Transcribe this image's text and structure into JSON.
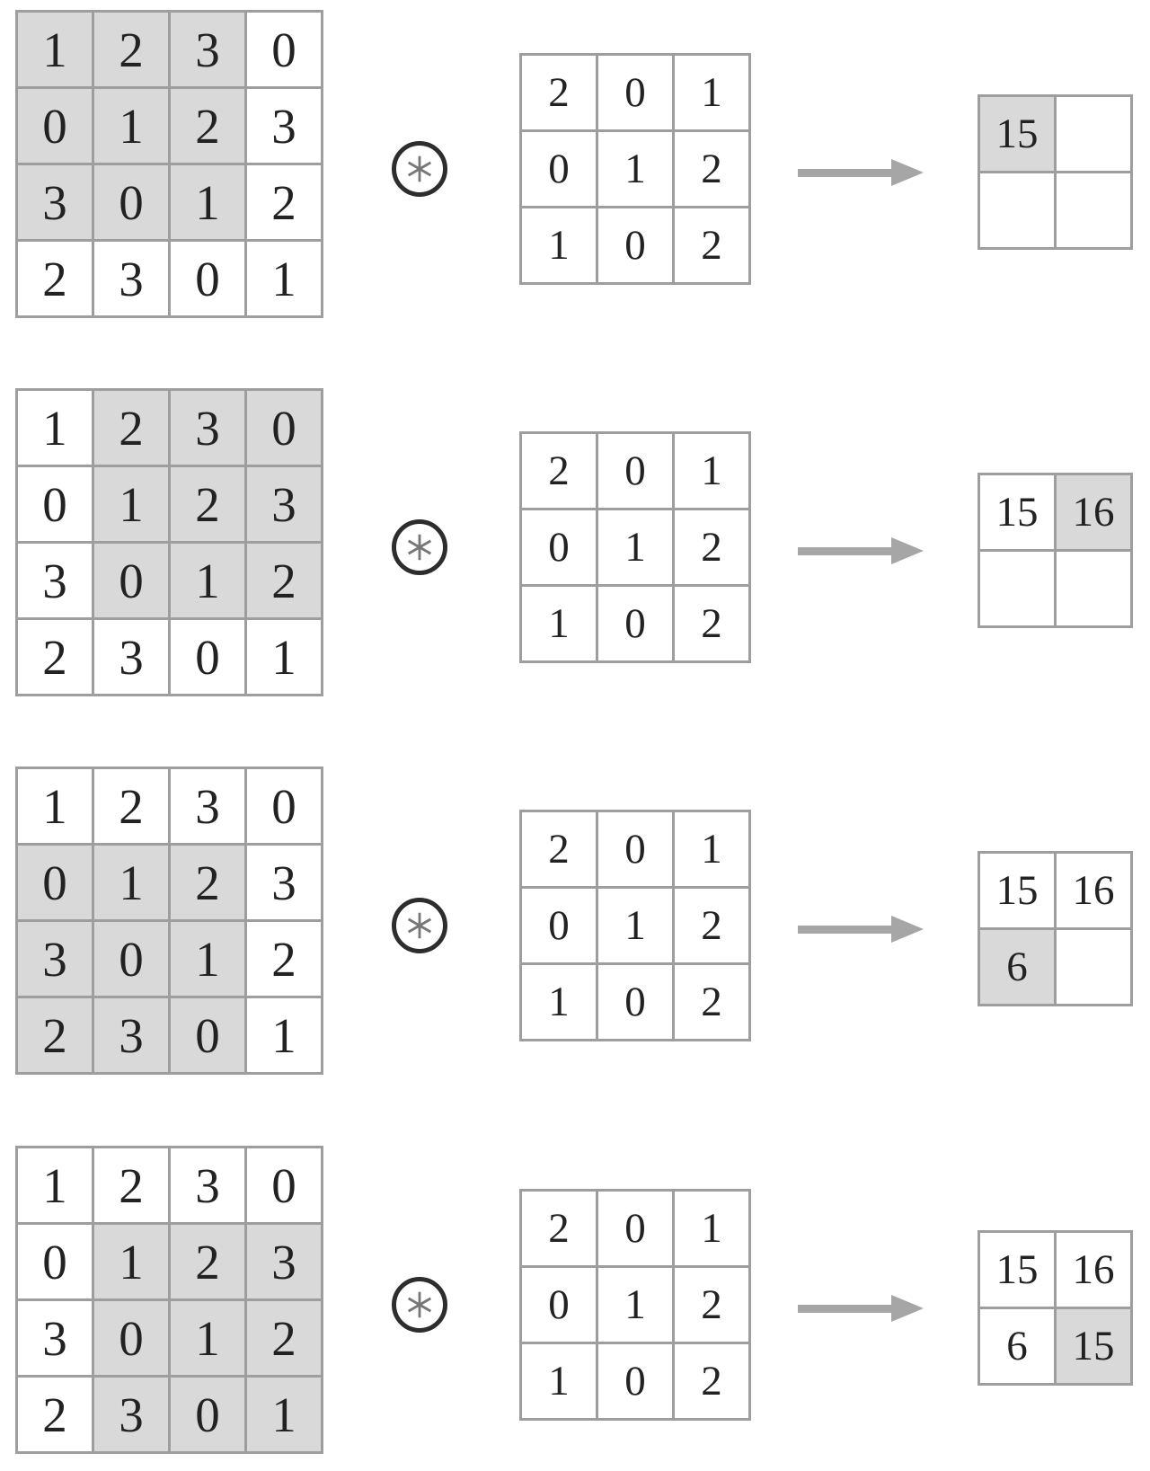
{
  "operator_symbol": "∗",
  "icons": {
    "operator": "circled-asterisk-convolution-operator",
    "arrow": "right-arrow"
  },
  "colors": {
    "highlight": "#d9d9d9",
    "grid_line": "#9e9e9e",
    "number": "#222222",
    "arrow": "#a6a6a6",
    "operator_ring": "#2d2d2d",
    "operator_asterisk": "#777777"
  },
  "input_matrix": [
    [
      1,
      2,
      3,
      0
    ],
    [
      0,
      1,
      2,
      3
    ],
    [
      3,
      0,
      1,
      2
    ],
    [
      2,
      3,
      0,
      1
    ]
  ],
  "kernel_matrix": [
    [
      2,
      0,
      1
    ],
    [
      0,
      1,
      2
    ],
    [
      1,
      0,
      2
    ]
  ],
  "steps": [
    {
      "input_highlight": {
        "row_start": 0,
        "row_end": 2,
        "col_start": 0,
        "col_end": 2
      },
      "output": {
        "values": [
          [
            "15",
            ""
          ],
          [
            "",
            ""
          ]
        ],
        "highlight": [
          [
            true,
            false
          ],
          [
            false,
            false
          ]
        ]
      }
    },
    {
      "input_highlight": {
        "row_start": 0,
        "row_end": 2,
        "col_start": 1,
        "col_end": 3
      },
      "output": {
        "values": [
          [
            "15",
            "16"
          ],
          [
            "",
            ""
          ]
        ],
        "highlight": [
          [
            false,
            true
          ],
          [
            false,
            false
          ]
        ]
      }
    },
    {
      "input_highlight": {
        "row_start": 1,
        "row_end": 3,
        "col_start": 0,
        "col_end": 2
      },
      "output": {
        "values": [
          [
            "15",
            "16"
          ],
          [
            "6",
            ""
          ]
        ],
        "highlight": [
          [
            false,
            false
          ],
          [
            true,
            false
          ]
        ]
      }
    },
    {
      "input_highlight": {
        "row_start": 1,
        "row_end": 3,
        "col_start": 1,
        "col_end": 3
      },
      "output": {
        "values": [
          [
            "15",
            "16"
          ],
          [
            "6",
            "15"
          ]
        ],
        "highlight": [
          [
            false,
            false
          ],
          [
            false,
            true
          ]
        ]
      }
    }
  ]
}
